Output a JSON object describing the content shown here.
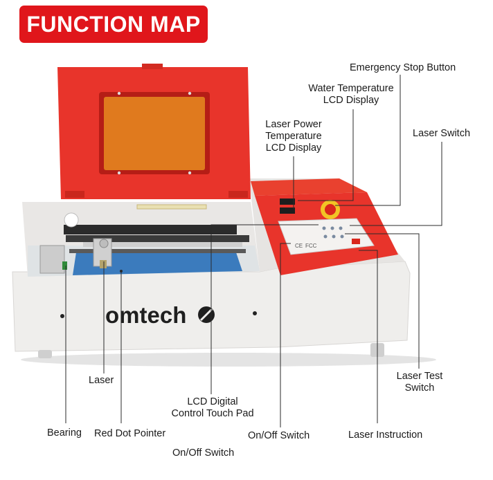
{
  "title": "FUNCTION MAP",
  "brand": "omtech",
  "colors": {
    "accent": "#e0161b",
    "machine_red": "#e8342b",
    "body": "#f0efee",
    "window": "#e07a1e"
  },
  "labels": {
    "emergency_stop": "Emergency Stop Button",
    "water_temp_1": "Water Temperature",
    "water_temp_2": "LCD Display",
    "laser_power_1": "Laser Power",
    "laser_power_2": "Temperature",
    "laser_power_3": "LCD Display",
    "laser_switch": "Laser Switch",
    "laser": "Laser",
    "lcd_pad_1": "LCD Digital",
    "lcd_pad_2": "Control Touch Pad",
    "laser_test_1": "Laser Test",
    "laser_test_2": "Switch",
    "bearing": "Bearing",
    "red_dot": "Red Dot Pointer",
    "onoff_center": "On/Off Switch",
    "laser_instruction": "Laser Instruction",
    "onoff_bottom": "On/Off Switch"
  },
  "panel_marks": {
    "ce": "CE",
    "fcc": "FCC"
  }
}
